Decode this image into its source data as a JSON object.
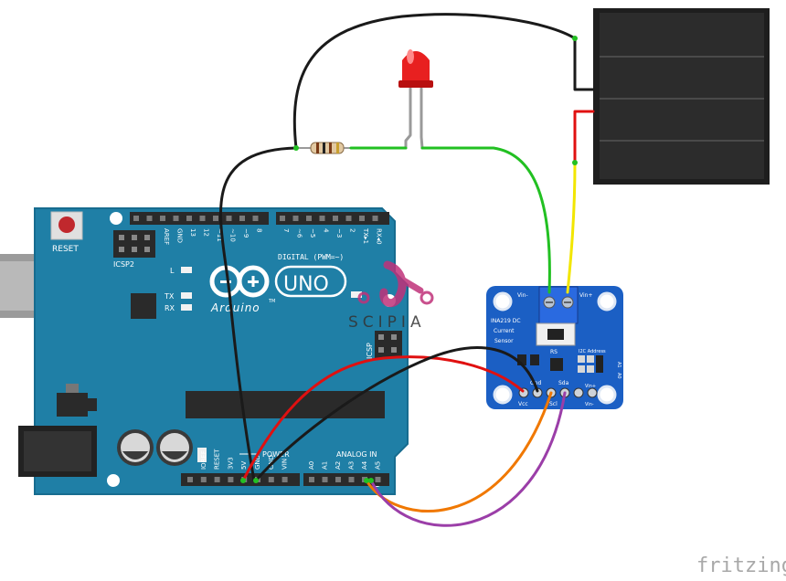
{
  "arduino": {
    "reset_label": "RESET",
    "icsp2_label": "ICSP2",
    "icsp_label": "ICSP",
    "logo_text": "Arduino",
    "tm": "TM",
    "uno_label": "UNO",
    "digital_label": "DIGITAL (PWM=~)",
    "power_label": "POWER",
    "analog_label": "ANALOG IN",
    "led_l": "L",
    "led_tx": "TX",
    "led_rx": "RX",
    "top_pins": [
      "AREF",
      "GND",
      "13",
      "12",
      "~11",
      "~10",
      "~9",
      "8",
      "7",
      "~6",
      "~5",
      "4",
      "~3",
      "2",
      "TX▸1",
      "RX◂0"
    ],
    "power_pins": [
      "IOREF",
      "RESET",
      "3V3",
      "5V",
      "GND",
      "GND",
      "VIN"
    ],
    "analog_pins": [
      "A0",
      "A1",
      "A2",
      "A3",
      "A4",
      "A5"
    ]
  },
  "sensor": {
    "title": [
      "INA219 DC",
      "Current",
      "Sensor"
    ],
    "vin_minus": "Vin-",
    "vin_plus": "Vin+",
    "rs": "RS",
    "i2c": "I2C Address",
    "a0": "A0",
    "a1": "A1",
    "pins": [
      "Vcc",
      "Gnd",
      "Scl",
      "Sda"
    ],
    "vin_plus_b": "Vin+",
    "vin_minus_b": "Vin-"
  },
  "watermark": {
    "text": "SCIPIA"
  },
  "footer": {
    "brand": "fritzing"
  },
  "colors": {
    "board": "#1f7fa6",
    "board_edge": "#176c8f",
    "sensor_board": "#1b5fc4",
    "wire_black": "#1a1a1a",
    "wire_red": "#e01010",
    "wire_green": "#22c022",
    "wire_yellow": "#f2e600",
    "wire_orange": "#f07800",
    "wire_purple": "#9b3ea8",
    "led_red": "#e82020",
    "watermark": "#c0327a"
  }
}
